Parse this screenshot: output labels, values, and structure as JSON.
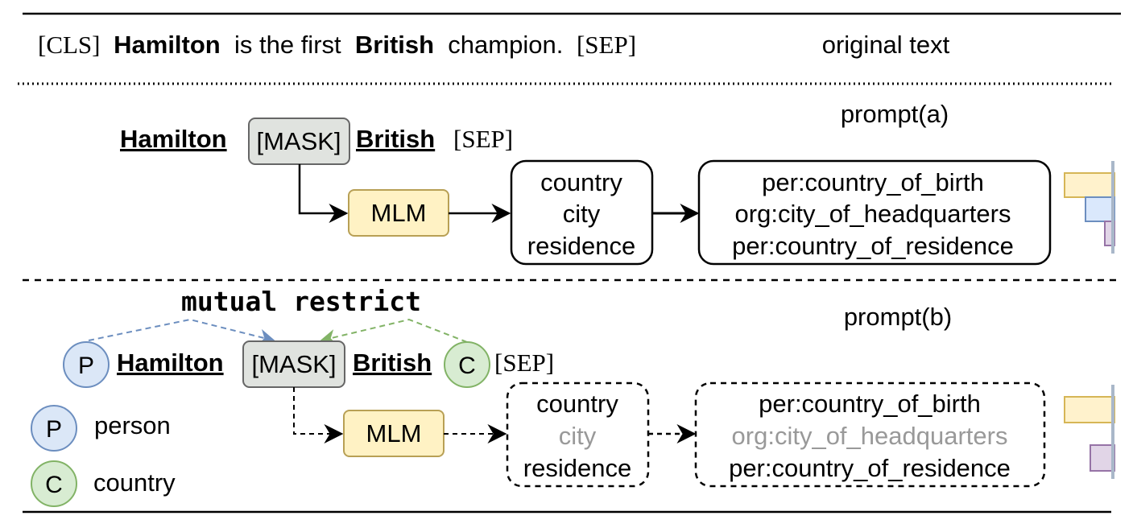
{
  "original": {
    "cls": "[CLS]",
    "name": "Hamilton",
    "mid": " is the first ",
    "nationality": "British",
    "end": " champion.",
    "sep": "[SEP]",
    "label": "original text"
  },
  "prompt_a": {
    "label": "prompt(a)",
    "subject": "Hamilton",
    "mask": "[MASK]",
    "object": "British",
    "sep": "[SEP]",
    "mlm": "MLM",
    "words": [
      "country",
      "city",
      "residence"
    ],
    "relations": [
      "per:country_of_birth",
      "org:city_of_headquarters",
      "per:country_of_residence"
    ]
  },
  "prompt_b": {
    "label": "prompt(b)",
    "title": "mutual restrict",
    "subject_type": "P",
    "subject": "Hamilton",
    "mask": "[MASK]",
    "object": "British",
    "object_type": "C",
    "sep": "[SEP]",
    "mlm": "MLM",
    "words": [
      "country",
      "city",
      "residence"
    ],
    "relations": [
      "per:country_of_birth",
      "org:city_of_headquarters",
      "per:country_of_residence"
    ],
    "filtered_word": "city",
    "filtered_relation": "org:city_of_headquarters"
  },
  "legend": [
    {
      "symbol": "P",
      "label": "person"
    },
    {
      "symbol": "C",
      "label": "country"
    }
  ],
  "colors": {
    "mask_fill": "#e0e3df",
    "mlm_fill": "#fff2c4",
    "person_fill": "#dbe7f7",
    "person_stroke": "#6c8ebf",
    "country_fill": "#d8ecd2",
    "country_stroke": "#82b366",
    "grayed_text": "#999999",
    "bar_yellow": "#fff2cc",
    "bar_yellow_stroke": "#d6b656",
    "bar_blue": "#dae8fc",
    "bar_purple": "#e1d5e7",
    "bar_purple_stroke": "#9673a6"
  }
}
